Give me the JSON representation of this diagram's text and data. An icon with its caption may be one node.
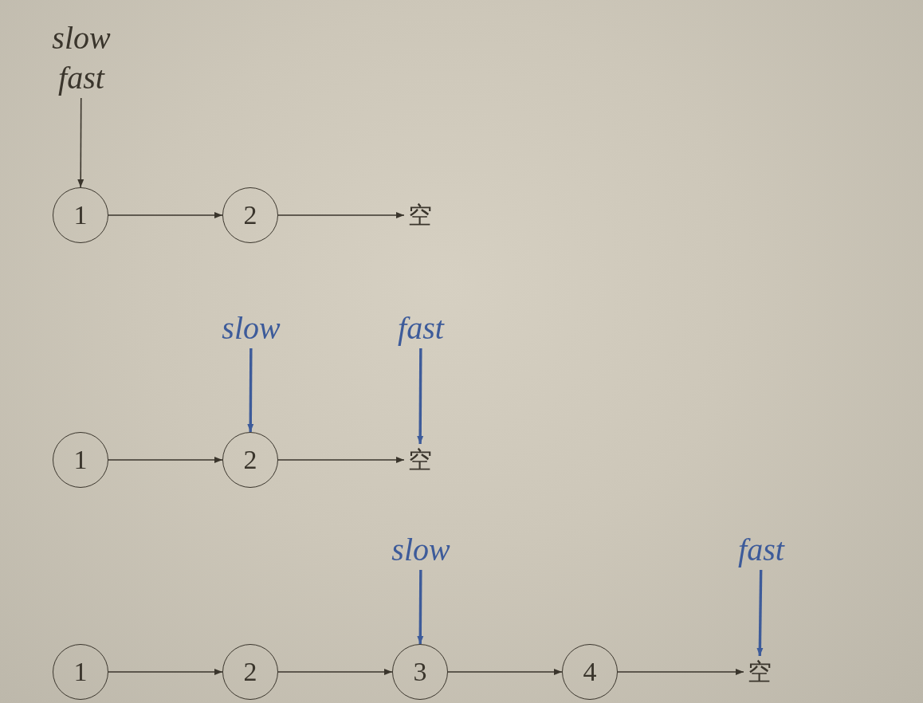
{
  "diagram": {
    "nodes": [
      {
        "text": [
          "slow",
          "fast"
        ]
      },
      {
        "text": [
          "1"
        ]
      },
      {
        "text": [
          "2"
        ]
      },
      {
        "text": [
          "空"
        ]
      },
      {
        "text": [
          "slow"
        ]
      },
      {
        "text": [
          "fast"
        ]
      },
      {
        "text": [
          "1"
        ]
      },
      {
        "text": [
          "2"
        ]
      },
      {
        "text": [
          "空"
        ]
      },
      {
        "text": [
          "slow"
        ]
      },
      {
        "text": [
          "fast"
        ]
      },
      {
        "text": [
          "1"
        ]
      },
      {
        "text": [
          "2"
        ]
      },
      {
        "text": [
          "3"
        ]
      },
      {
        "text": [
          "4"
        ]
      },
      {
        "text": [
          "空"
        ]
      }
    ],
    "edges": [
      {
        "from": 0,
        "to": 1,
        "arrow": "to"
      },
      {
        "from": 1,
        "to": 2,
        "arrow": "to"
      },
      {
        "from": 2,
        "to": 3,
        "arrow": "to"
      },
      {
        "from": 4,
        "to": 7,
        "arrow": "to",
        "style": "thick",
        "color": "#3d5b9a"
      },
      {
        "from": 5,
        "to": 8,
        "arrow": "to",
        "style": "thick",
        "color": "#3d5b9a"
      },
      {
        "from": 6,
        "to": 7,
        "arrow": "to"
      },
      {
        "from": 7,
        "to": 8,
        "arrow": "to"
      },
      {
        "from": 9,
        "to": 13,
        "arrow": "to",
        "style": "thick",
        "color": "#3d5b9a"
      },
      {
        "from": 10,
        "to": 15,
        "arrow": "to",
        "style": "thick",
        "color": "#3d5b9a"
      },
      {
        "from": 11,
        "to": 12,
        "arrow": "to"
      },
      {
        "from": 12,
        "to": 13,
        "arrow": "to"
      },
      {
        "from": 13,
        "to": 14,
        "arrow": "to"
      },
      {
        "from": 14,
        "to": 15,
        "arrow": "to"
      }
    ]
  }
}
